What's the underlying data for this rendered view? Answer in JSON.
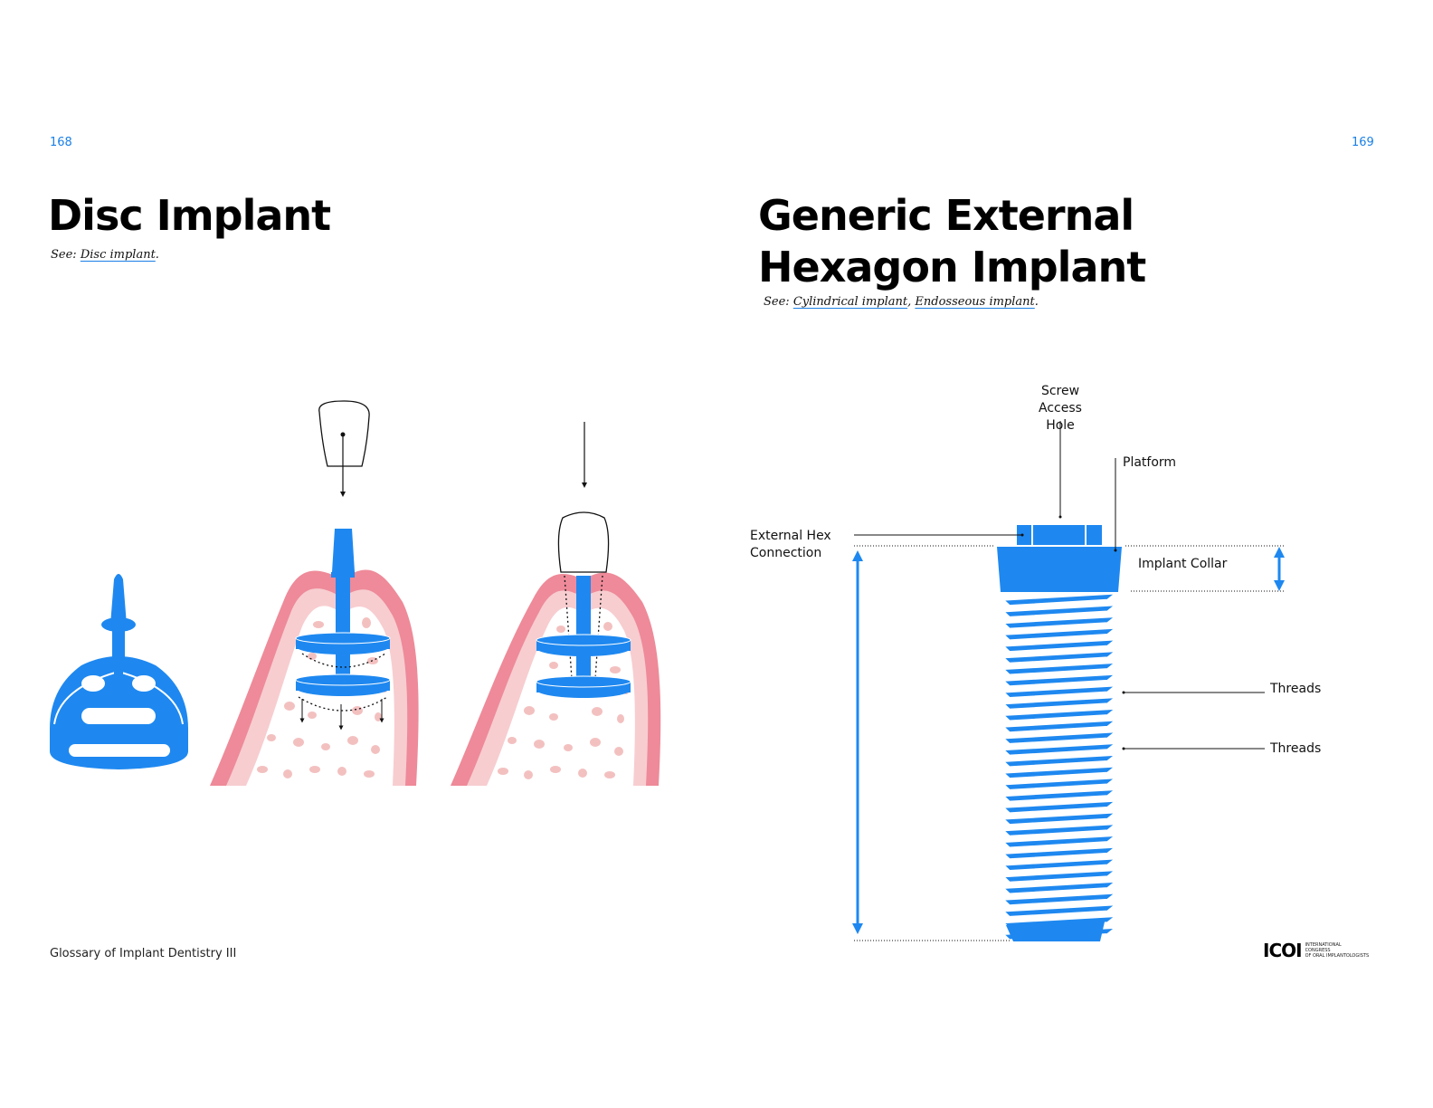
{
  "left_page": {
    "page_number": "168",
    "title": "Disc Implant",
    "see_prefix": "See: ",
    "see_links": [
      "Disc implant"
    ],
    "see_suffix": ".",
    "footer": "Glossary of Implant Dentistry III"
  },
  "right_page": {
    "page_number": "169",
    "title_line1": "Generic External",
    "title_line2": "Hexagon Implant",
    "see_prefix": "See: ",
    "see_links": [
      "Cylindrical implant",
      "Endosseous implant"
    ],
    "see_separator": ", ",
    "see_suffix": ".",
    "labels": {
      "screw_access_1": "Screw Access",
      "screw_access_2": "Hole",
      "platform": "Platform",
      "external_hex_1": "External Hex",
      "external_hex_2": "Connection",
      "implant_collar": "Implant Collar",
      "threads_1": "Threads",
      "threads_2": "Threads"
    },
    "logo": {
      "mark": "ICOI",
      "line1": "INTERNATIONAL",
      "line2": "CONGRESS",
      "line3": "OF ORAL IMPLANTOLOGISTS"
    }
  },
  "colors": {
    "accent_blue": "#1a7fe6",
    "implant_blue": "#1e88f0",
    "gum_pink": "#ee8a99",
    "gum_light": "#f7cdd0",
    "bone_spot": "#f3c0c0"
  }
}
